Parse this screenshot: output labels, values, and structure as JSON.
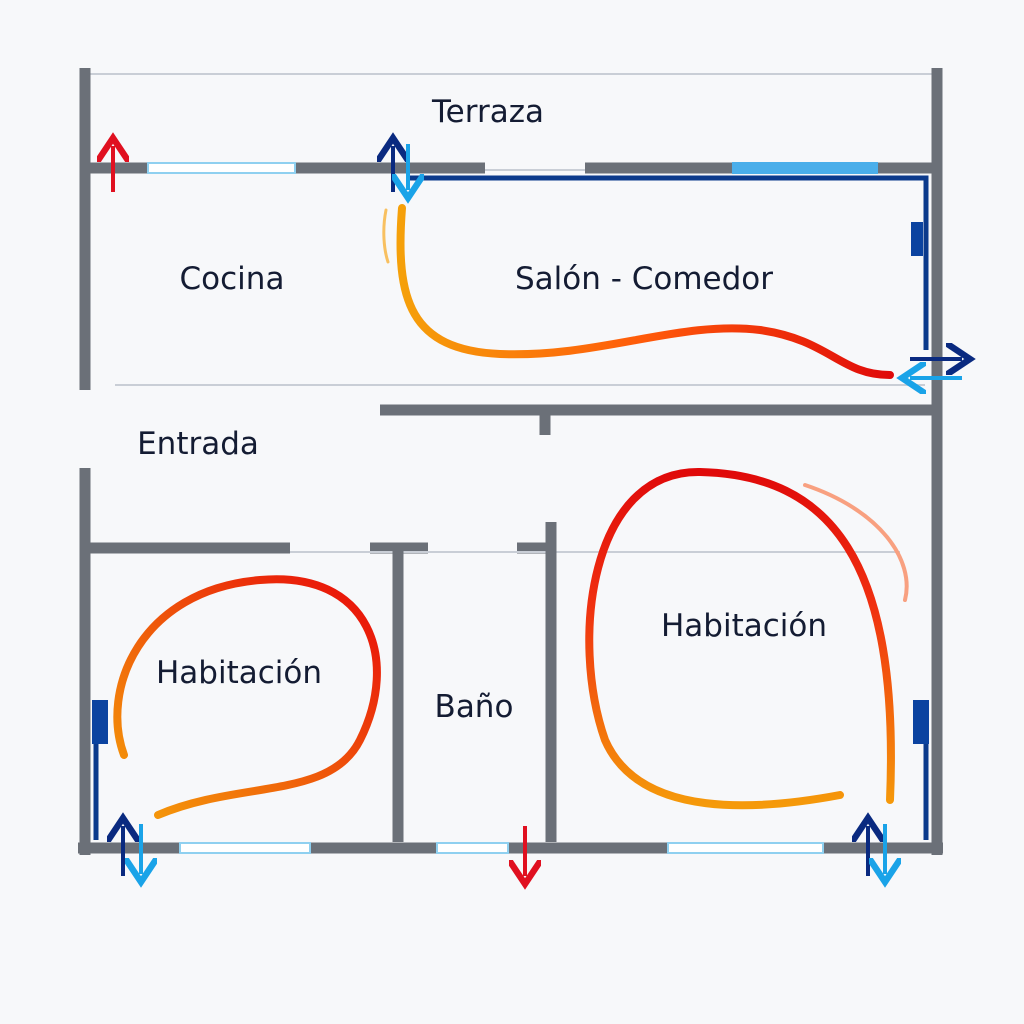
{
  "rooms": {
    "terrace": "Terraza",
    "kitchen": "Cocina",
    "living": "Salón - Comedor",
    "entrance": "Entrada",
    "bedroom_left": "Habitación",
    "bathroom": "Baño",
    "bedroom_right": "Habitación"
  },
  "colors": {
    "wall": "#6b7078",
    "pipe": "#0b3a8c",
    "warm_start": "#f59a0a",
    "warm_end": "#e01010",
    "cold_arrow": "#1aa3e8",
    "supply_arrow": "#0a2a80",
    "exhaust_arrow": "#e01020"
  }
}
